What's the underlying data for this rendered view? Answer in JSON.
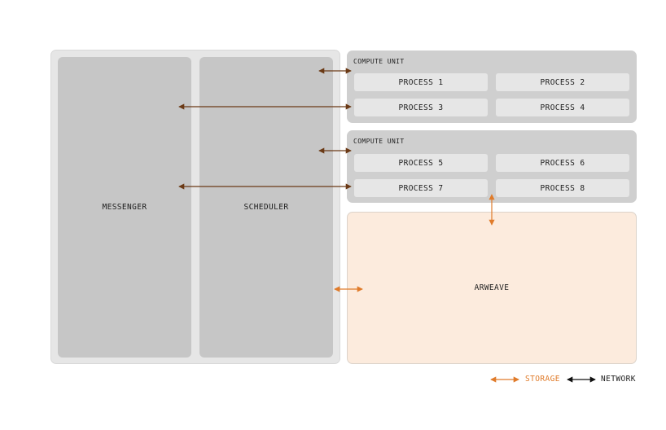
{
  "colors": {
    "storage": "#e07b2a",
    "network": "#6b3a16",
    "legend_network": "#111111"
  },
  "left": {
    "messenger_label": "MESSENGER",
    "scheduler_label": "SCHEDULER"
  },
  "compute_units": [
    {
      "label": "COMPUTE UNIT",
      "processes": [
        "PROCESS 1",
        "PROCESS 2",
        "PROCESS 3",
        "PROCESS 4"
      ]
    },
    {
      "label": "COMPUTE UNIT",
      "processes": [
        "PROCESS 5",
        "PROCESS 6",
        "PROCESS 7",
        "PROCESS 8"
      ]
    }
  ],
  "arweave": {
    "label": "ARWEAVE"
  },
  "legend": {
    "storage_label": "STORAGE",
    "network_label": "NETWORK"
  }
}
